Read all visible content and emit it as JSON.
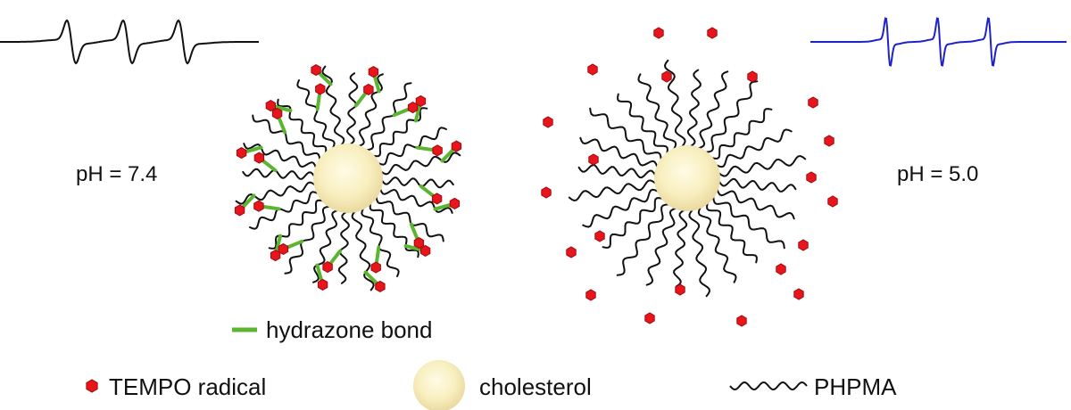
{
  "conditions": {
    "neutral": {
      "label": "pH = 7.4"
    },
    "acidic": {
      "label": "pH = 5.0"
    }
  },
  "legend": {
    "hydrazone": "hydrazone bond",
    "tempo": "TEMPO radical",
    "cholesterol": "cholesterol",
    "phpma": "PHPMA"
  },
  "colors": {
    "chain": "#111111",
    "hydrazone": "#5cb531",
    "tempo_fill": "#e8151c",
    "tempo_stroke": "#9e0a0e",
    "core_center": "#fffbe6",
    "core_mid": "#f8efbf",
    "core_edge": "#ead9a0",
    "spectrum_neutral": "#111111",
    "spectrum_acidic": "#1f22c8"
  }
}
